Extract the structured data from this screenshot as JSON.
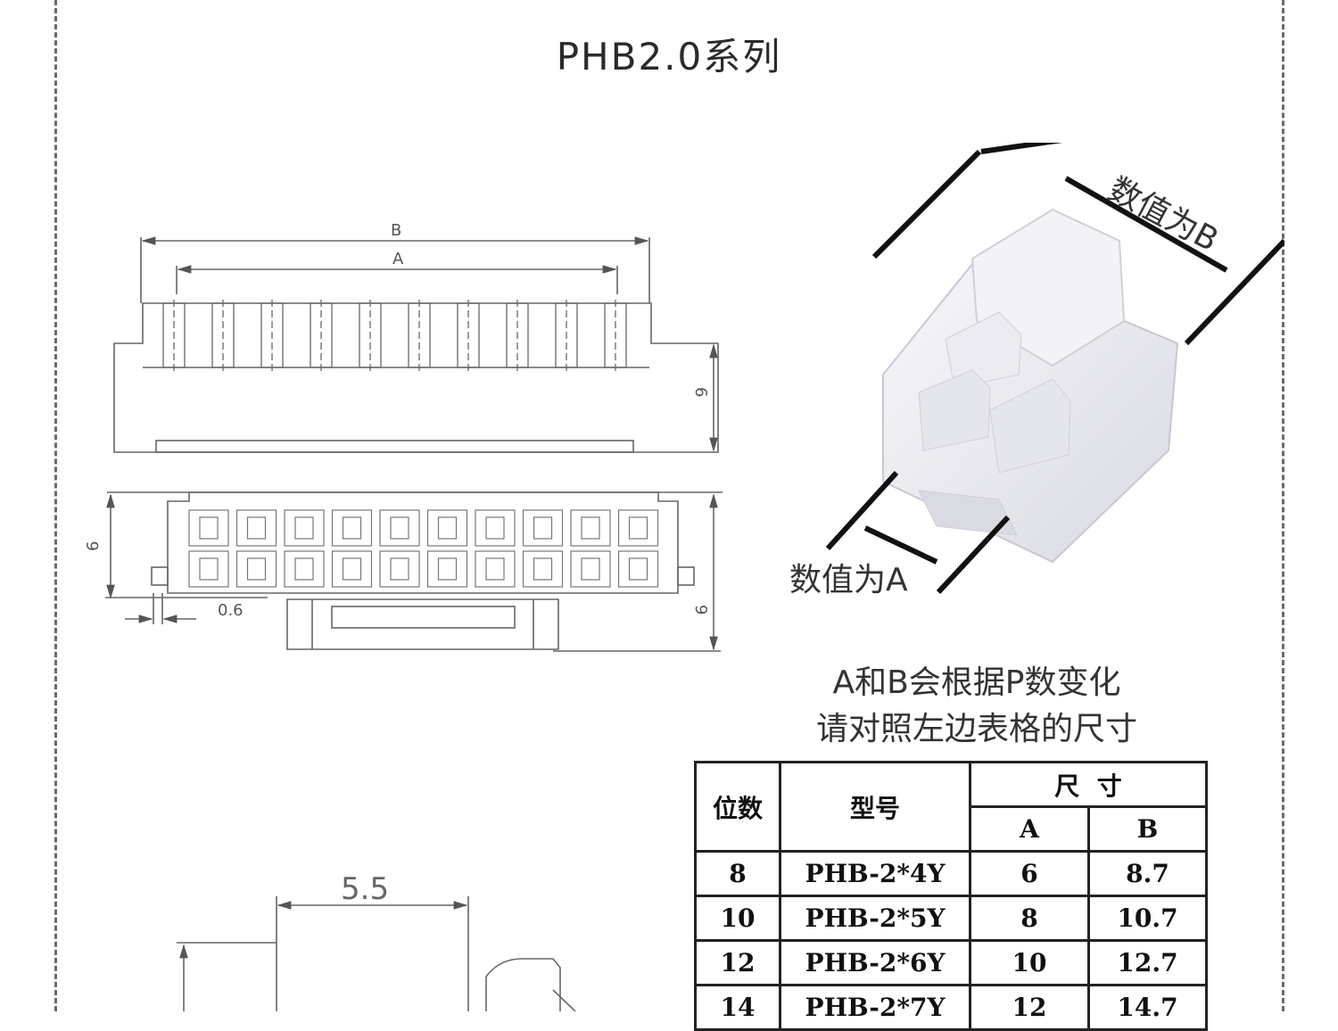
{
  "title": "PHB2.0系列",
  "drawing": {
    "dim_b": "B",
    "dim_a": "A",
    "dim_height_top": "6",
    "dim_height_mid": "6",
    "dim_height_right": "9",
    "dim_pitch": "0.6",
    "dim_side_width": "5.5"
  },
  "photo": {
    "label_b": "数值为B",
    "label_a": "数值为A"
  },
  "notes": {
    "line1": "A和B会根据P数变化",
    "line2": "请对照左边表格的尺寸"
  },
  "table": {
    "header_positions": "位数",
    "header_model": "型号",
    "header_size": "尺  寸",
    "header_a": "A",
    "header_b": "B",
    "rows": [
      {
        "positions": "8",
        "model": "PHB-2*4Y",
        "a": "6",
        "b": "8.7"
      },
      {
        "positions": "10",
        "model": "PHB-2*5Y",
        "a": "8",
        "b": "10.7"
      },
      {
        "positions": "12",
        "model": "PHB-2*6Y",
        "a": "10",
        "b": "12.7"
      },
      {
        "positions": "14",
        "model": "PHB-2*7Y",
        "a": "12",
        "b": "14.7"
      }
    ]
  }
}
